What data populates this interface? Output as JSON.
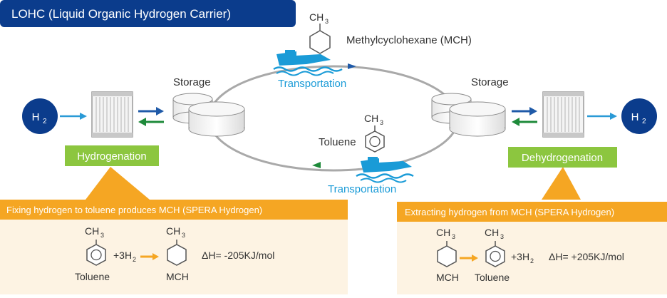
{
  "title": "LOHC (Liquid Organic Hydrogen Carrier)",
  "h2_left": "H2",
  "h2_right": "H2",
  "h2_sym": "H",
  "h2_sub": "2",
  "storage_left": "Storage",
  "storage_right": "Storage",
  "mch_label": "Methylcyclohexane (MCH)",
  "toluene_label": "Toluene",
  "ch3": "CH",
  "ch3_sub": "3",
  "transport_top": "Transportation",
  "transport_bottom": "Transportation",
  "hydrogenation": "Hydrogenation",
  "dehydrogenation": "Dehydrogenation",
  "left_panel": {
    "header": "Fixing hydrogen to toluene produces MCH (SPERA Hydrogen)",
    "reactant": "Toluene",
    "plus": "+3H",
    "plus_sub": "2",
    "product": "MCH",
    "enthalpy": "ΔH= -205KJ/mol"
  },
  "right_panel": {
    "header": "Extracting hydrogen from MCH (SPERA Hydrogen)",
    "reactant": "MCH",
    "product": "Toluene",
    "plus": "+3H",
    "plus_sub": "2",
    "enthalpy": "ΔH= +205KJ/mol"
  },
  "colors": {
    "navy": "#0b3c8c",
    "blue_arrow": "#2a9ad6",
    "green": "#8cc63f",
    "green_arrow": "#1e8a3a",
    "orange": "#f5a623",
    "panel_bg": "#fdf3e3",
    "ship": "#1a9bd7"
  }
}
